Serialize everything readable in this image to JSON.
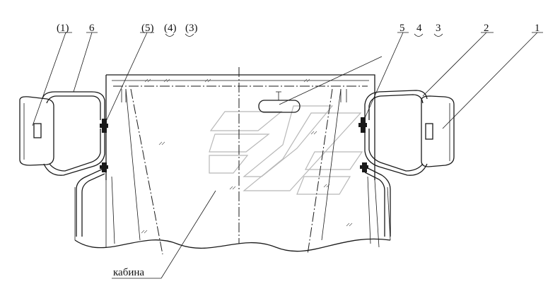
{
  "labels": {
    "l1p": "(1)",
    "l6": "6",
    "l5p": "(5)",
    "l4p": "(4)",
    "l3p": "(3)",
    "l5": "5",
    "l4": "4",
    "l3": "3",
    "l2": "2",
    "l1": "1",
    "cab": "кабина"
  }
}
